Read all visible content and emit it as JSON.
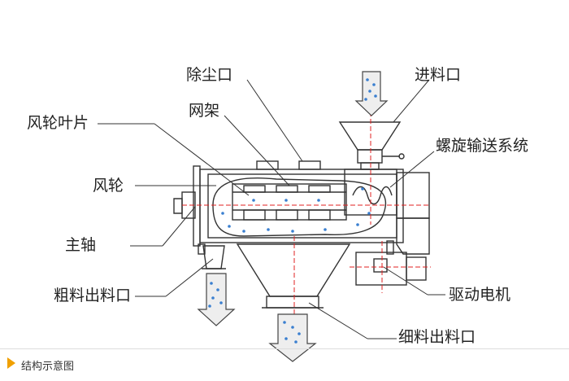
{
  "labels": {
    "dust_outlet": "除尘口",
    "feed_inlet": "进料口",
    "screen_frame": "网架",
    "fan_blade": "风轮叶片",
    "screw_conveyor": "螺旋输送系统",
    "fan_wheel": "风轮",
    "main_shaft": "主轴",
    "drive_motor": "驱动电机",
    "coarse_outlet": "粗料出料口",
    "fine_outlet": "细料出料口"
  },
  "caption": "结构示意图",
  "colors": {
    "line": "#333333",
    "centerline": "#e02020",
    "particle": "#3a7fd0",
    "arrow_fill": "#e6e6e6",
    "caption_marker": "#f0a000"
  }
}
